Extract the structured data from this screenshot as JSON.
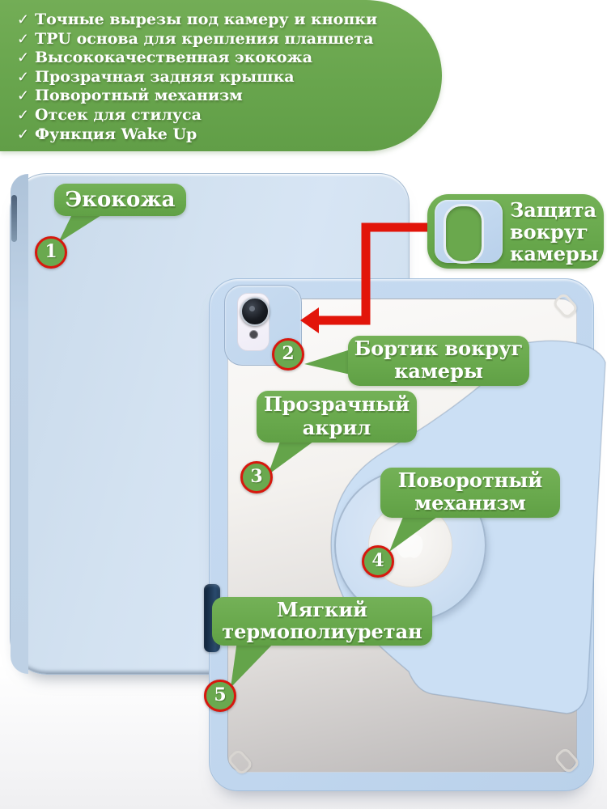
{
  "features": {
    "check": "✓",
    "items": [
      "Точные вырезы под камеру и кнопки",
      "TPU основа для крепления планшета",
      "Высококачественная экокожа",
      "Прозрачная задняя крышка",
      "Поворотный механизм",
      "Отсек для стилуса",
      "Функция Wake Up"
    ]
  },
  "callouts": {
    "ecoleather": {
      "label": "Экокожа",
      "number": "1"
    },
    "camera_protection": {
      "line1": "Защита",
      "line2": "вокруг",
      "line3": "камеры"
    },
    "camera_rim": {
      "line1": "Бортик вокруг",
      "line2": "камеры",
      "number": "2"
    },
    "acrylic": {
      "line1": "Прозрачный",
      "line2": "акрил",
      "number": "3"
    },
    "swivel": {
      "line1": "Поворотный",
      "line2": "механизм",
      "number": "4"
    },
    "soft_tpu": {
      "line1": "Мягкий",
      "line2": "термополиуретан",
      "number": "5"
    }
  },
  "icons": {
    "checkmark": "check",
    "swivel_center": "apple-logo",
    "camera_cutout": "camera-pill-cutout"
  },
  "colors": {
    "banner_green": "#68a54d",
    "label_green": "#68a84c",
    "arrow_red": "#e2150a",
    "badge_border_red": "#d7180e",
    "case_blue": "#c7dbf1",
    "acrylic_gray": "#bab7b7",
    "text_white": "#ffffff"
  }
}
